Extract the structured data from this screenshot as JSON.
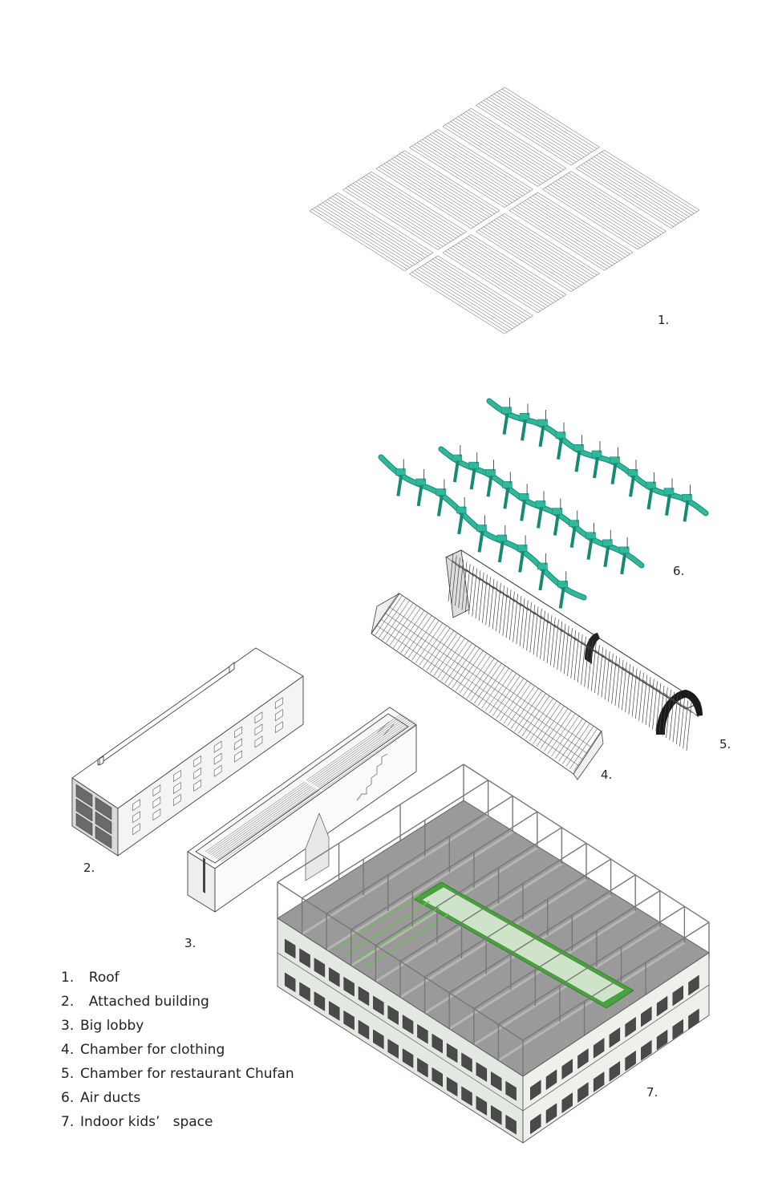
{
  "callouts": {
    "roof": "1.",
    "attached_building": "2.",
    "big_lobby": "3.",
    "chamber_clothing": "4.",
    "chamber_restaurant": "5.",
    "air_ducts": "6.",
    "kids_space": "7."
  },
  "legend": [
    {
      "num": "1.",
      "text": "  Roof"
    },
    {
      "num": "2.",
      "text": "  Attached building"
    },
    {
      "num": "3.",
      "text": "Big lobby"
    },
    {
      "num": "4.",
      "text": "Chamber for clothing"
    },
    {
      "num": "5.",
      "text": "Chamber for restaurant Chufan"
    },
    {
      "num": "6.",
      "text": "Air ducts"
    },
    {
      "num": "7.",
      "text": "Indoor kids’   space"
    }
  ],
  "colors": {
    "duct": "#2fb89c",
    "duct_dark": "#168a72",
    "floor": "#8e8e8e",
    "green_floor": "#3e9a38",
    "line": "#444444"
  }
}
